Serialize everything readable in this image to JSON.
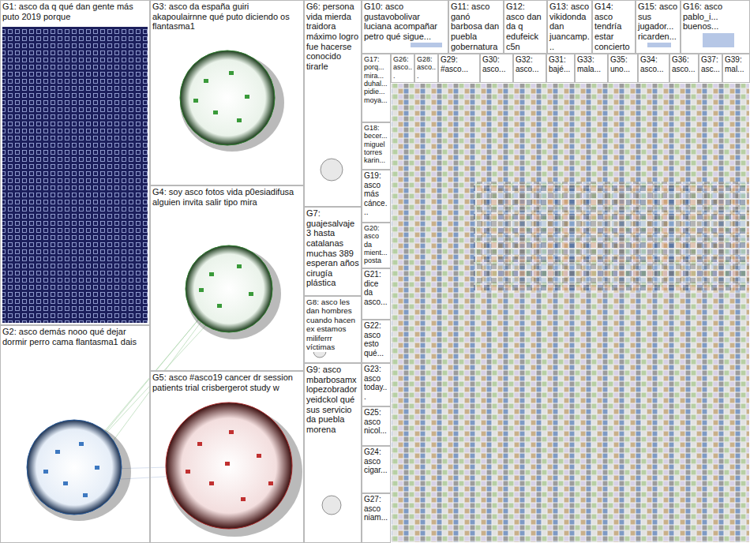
{
  "diagram": {
    "nodes": [
      {
        "text": [
          "G1: asco da q qué dan gente más puto 2019 porque"
        ]
      },
      {
        "text": [
          "G2: asco demás nooo qué dejar dormir perro cama flantasma1 dais"
        ]
      },
      {
        "text": [
          "G3: asco da españa guiri akapoulairnne qué puto diciendo os flantasma1"
        ]
      },
      {
        "text": [
          "G4: soy asco fotos vida p0esiadifusa alguien invita salir tipo mira"
        ]
      },
      {
        "text": [
          "G5: asco #asco19 cancer dr session patients trial crisbergerot study w"
        ]
      },
      {
        "text": [
          "G6: persona vida mierda traidora máximo logro fue hacerse conocido tirarle"
        ]
      },
      {
        "text": [
          "G7: guajesalvaje 3 hasta catalanas muchas 389 esperan años cirugía plástica"
        ]
      },
      {
        "text": [
          "G8: asco les dan hombres cuando hacen ex estamos miliferrr víctimas"
        ]
      },
      {
        "text": [
          "G9: asco mbarbosamx lopezobrador yeidckol qué sus servicio da puebla morena"
        ]
      },
      {
        "text": [
          "G10: asco gustavobolivar luciana acompañar petro qué sigue..."
        ]
      },
      {
        "text": [
          "G11: asco ganó barbosa dan puebla gobernatura"
        ]
      },
      {
        "text": [
          "G12: asco dan da q edufeick c5n"
        ]
      },
      {
        "text": [
          "G13: asco vikidonda dan juancamp..."
        ]
      },
      {
        "text": [
          "G14: asco tendría estar concierto"
        ]
      },
      {
        "text": [
          "G15: asco sus jugador... ricarden..."
        ]
      },
      {
        "text": [
          "G16: asco pablo_i... buenos..."
        ]
      },
      {
        "text": [
          "G17: porq... mira... duhal... pidie... moya..."
        ]
      },
      {
        "text": [
          "G26: asco..."
        ]
      },
      {
        "text": [
          "G28: asco..."
        ]
      },
      {
        "text": [
          "G29: #asco..."
        ]
      },
      {
        "text": [
          "G30: asco..."
        ]
      },
      {
        "text": [
          "G32: asco..."
        ]
      },
      {
        "text": [
          "G31: bajé..."
        ]
      },
      {
        "text": [
          "G33: mala..."
        ]
      },
      {
        "text": [
          "G35: uno..."
        ]
      },
      {
        "text": [
          "G34: asco..."
        ]
      },
      {
        "text": [
          "G36: asco..."
        ]
      },
      {
        "text": [
          "G37: asc..."
        ]
      },
      {
        "text": [
          "G39: mal..."
        ]
      },
      {
        "text": [
          "G18: becer... miguel torres karin..."
        ]
      },
      {
        "text": [
          "G19: asco más cánce..."
        ]
      },
      {
        "text": [
          "G20: asco da mient... posta"
        ]
      },
      {
        "text": [
          "G21: dice da asco..."
        ]
      },
      {
        "text": [
          "G22: asco esto qué..."
        ]
      },
      {
        "text": [
          "G23: asco today..."
        ]
      },
      {
        "text": [
          "G25: asco nicol..."
        ]
      },
      {
        "text": [
          "G24: asco cigar..."
        ]
      },
      {
        "text": [
          "G27: asco niam..."
        ]
      }
    ]
  }
}
